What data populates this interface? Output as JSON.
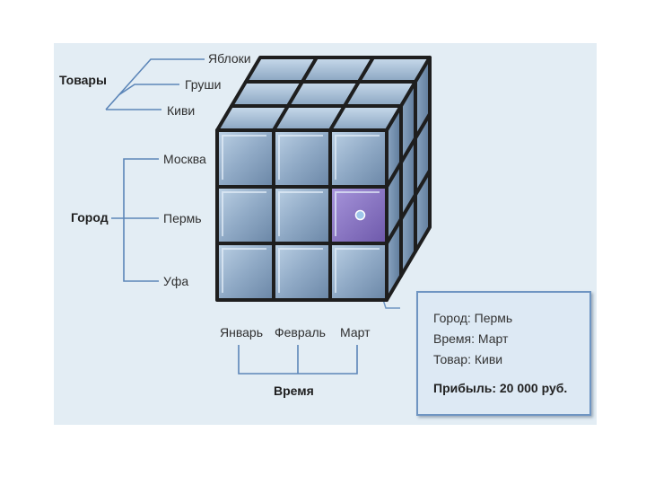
{
  "dimensions": {
    "products": {
      "label": "Товары",
      "items": [
        "Яблоки",
        "Груши",
        "Киви"
      ]
    },
    "city": {
      "label": "Город",
      "items": [
        "Москва",
        "Пермь",
        "Уфа"
      ]
    },
    "time": {
      "label": "Время",
      "items": [
        "Январь",
        "Февраль",
        "Март"
      ]
    }
  },
  "info": {
    "city": "Город: Пермь",
    "time": "Время: Март",
    "product": "Товар: Киви",
    "profit": "Прибыль: 20 000 руб."
  },
  "colors": {
    "cell": "#93aec9",
    "highlight": "#8872c4",
    "frame": "#1e1e1e",
    "lines": "#5c86b8",
    "panel": "#e3edf4"
  }
}
